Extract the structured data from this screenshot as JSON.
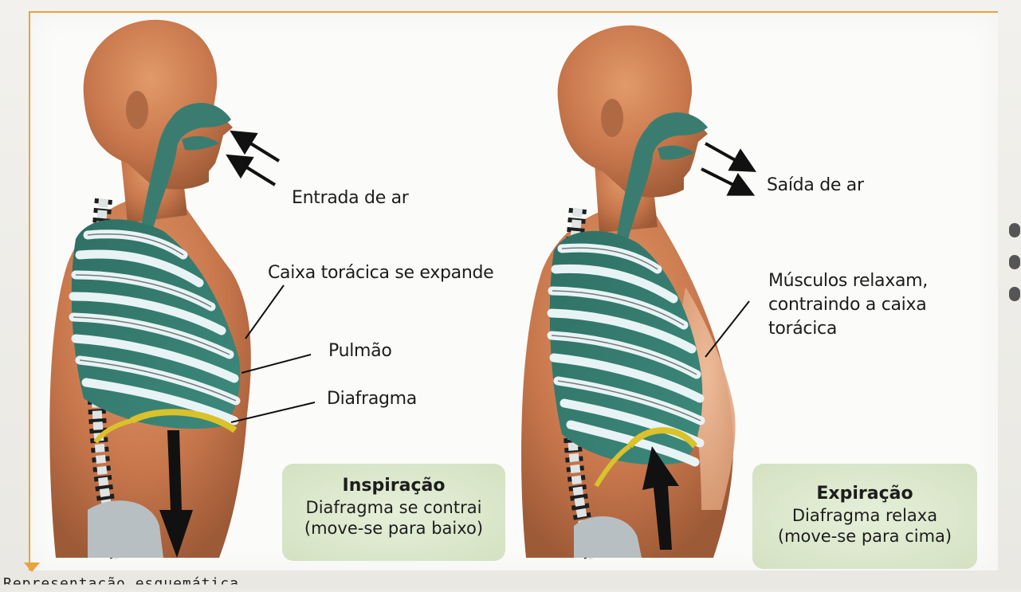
{
  "left_panel": {
    "air_label": "Entrada de ar",
    "ribcage_label": "Caixa torácica se expande",
    "lung_label": "Pulmão",
    "diaphragm_label": "Diafragma",
    "box": {
      "title": "Inspiração",
      "line1": "Diafragma se contrai",
      "line2": "(move-se para baixo)"
    }
  },
  "right_panel": {
    "air_label": "Saída de ar",
    "muscles_label_line1": "Músculos relaxam,",
    "muscles_label_line2": "contraindo a caixa",
    "muscles_label_line3": "torácica",
    "box": {
      "title": "Expiração",
      "line1": "Diafragma relaxa",
      "line2": "(move-se para cima)"
    }
  },
  "caption": "Representação esquemática",
  "colors": {
    "skin": "#c8774c",
    "airway": "#3a7d70",
    "rib": "#e7f3f5",
    "diaphragm": "#d9c22a",
    "frame": "#e8a33c"
  }
}
